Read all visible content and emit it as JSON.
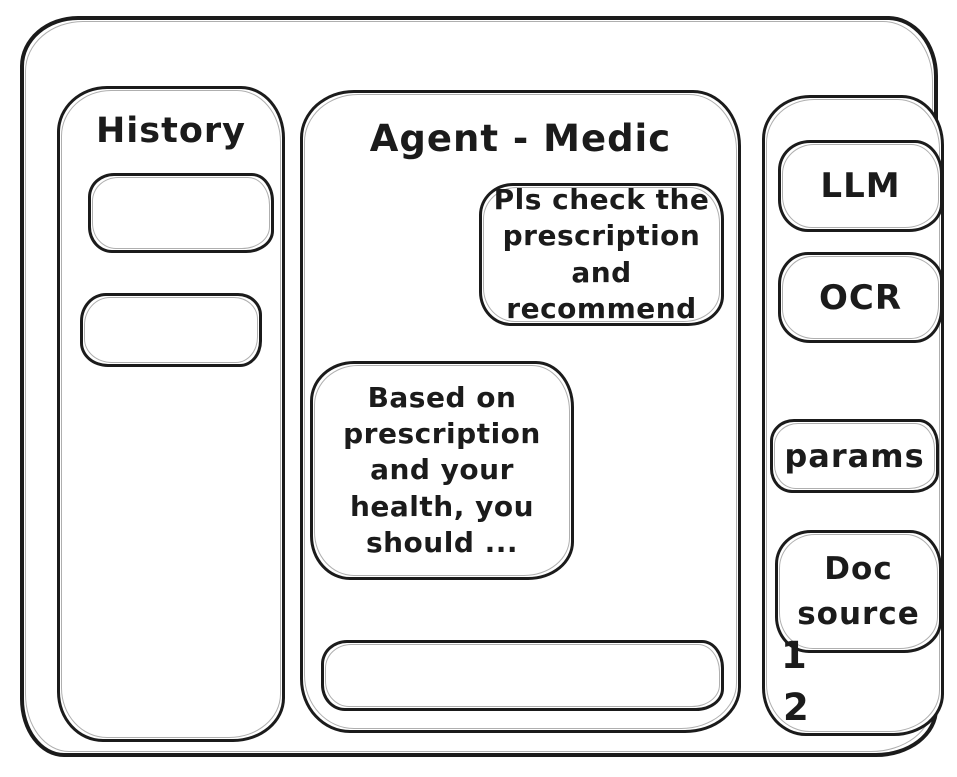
{
  "colors": {
    "ink": "#1b1b1b",
    "paper": "#ffffff"
  },
  "history_panel": {
    "title": "History",
    "items": [
      {
        "label": ""
      },
      {
        "label": ""
      }
    ]
  },
  "chat_panel": {
    "title": "Agent - Medic",
    "user_message": "Pls check the\nprescription\nand recommend",
    "assistant_message": "Based on\nprescription\nand your\nhealth, you\nshould ...",
    "input_value": ""
  },
  "tools_panel": {
    "llm_label": "LLM",
    "ocr_label": "OCR",
    "params_label": "params",
    "doc_source_label": "Doc source",
    "annotation_1": "1",
    "annotation_2": "2"
  }
}
